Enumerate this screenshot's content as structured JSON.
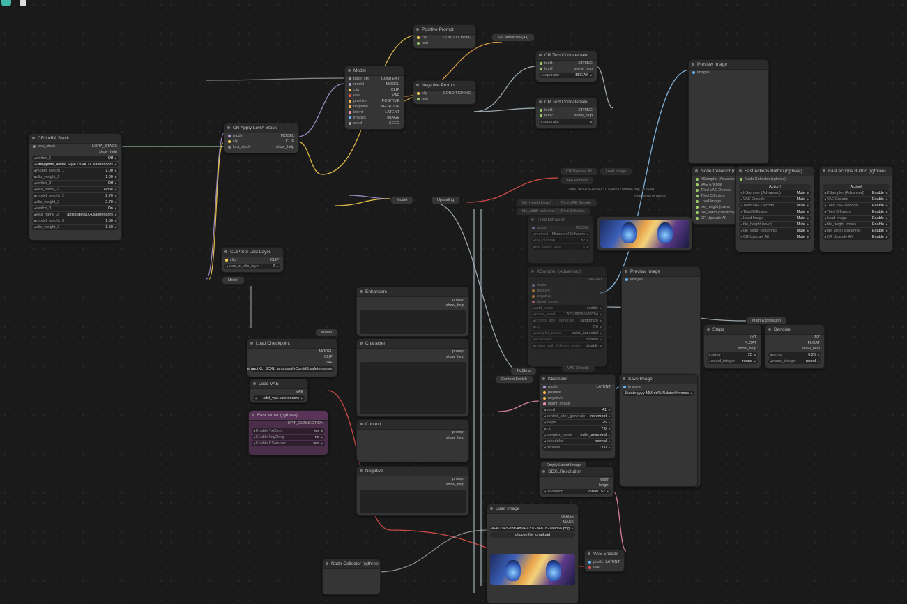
{
  "nodes": {
    "lora_stack": {
      "title": "CR LoRA Stack",
      "in": "lora_stack",
      "out1": "LORA_STACK",
      "out2": "show_help",
      "widgets": [
        [
          "switch_1",
          "Off"
        ],
        [
          "lora_name_1",
          "Bbeyotifs Anime Style LoRA XL.safetensors"
        ],
        [
          "model_weight_1",
          "1.00"
        ],
        [
          "clip_weight_1",
          "1.00"
        ],
        [
          "switch_2",
          "Off"
        ],
        [
          "lora_name_2",
          "None"
        ],
        [
          "model_weight_2",
          "2.70"
        ],
        [
          "clip_weight_2",
          "2.70"
        ],
        [
          "switch_3",
          "On"
        ],
        [
          "lora_name_3",
          "artisticdetailX4.safetensors"
        ],
        [
          "model_weight_3",
          "1.50"
        ],
        [
          "clip_weight_3",
          "1.50"
        ]
      ]
    },
    "apply_lora": {
      "title": "CR Apply LoRA Stack",
      "in": [
        "model",
        "clip",
        "lora_stack"
      ],
      "out": [
        "MODEL",
        "CLIP",
        "show_help"
      ]
    },
    "clip_set_last": {
      "title": "CLIP Set Last Layer",
      "in": "clip",
      "out": "CLIP",
      "widget": [
        "stop_at_clip_layer",
        "-2"
      ]
    },
    "model_ctx": {
      "title": "Model",
      "in": [
        "base_ctx",
        "model",
        "clip",
        "vae",
        "positive",
        "negative",
        "latent",
        "images",
        "seed"
      ],
      "out": [
        "CONTEXT",
        "MODEL",
        "CLIP",
        "VAE",
        "POSITIVE",
        "NEGATIVE",
        "LATENT",
        "IMAGE",
        "SEED"
      ]
    },
    "pos_prompt": {
      "title": "Positive Prompt",
      "in": [
        "clip",
        "text"
      ],
      "out": "CONDITIONING"
    },
    "neg_prompt": {
      "title": "Negative Prompt",
      "in": [
        "clip",
        "text"
      ],
      "out": "CONDITIONING"
    },
    "set_meta": {
      "title": "Set Metadata (All)"
    },
    "text_concat1": {
      "title": "CR Text Concatenate",
      "in": [
        "text1",
        "text2"
      ],
      "out": [
        "STRING",
        "show_help"
      ],
      "widget": [
        "separator",
        "BREAK"
      ]
    },
    "text_concat2": {
      "title": "CR Text Concatenate",
      "in": [
        "text1",
        "text2"
      ],
      "out": [
        "STRING",
        "show_help"
      ],
      "widget": [
        "separator",
        ""
      ]
    },
    "preview1": {
      "title": "Preview Image",
      "in": "images"
    },
    "preview2": {
      "title": "Preview Image",
      "in": "images"
    },
    "node_collector_top": {
      "title": "Node Collector (rgthree)",
      "items": [
        "KSampler (Advanced)",
        "VAE Encode",
        "Tiled VAE Decode",
        "Tiled Diffusion",
        "Load Image",
        "tile_height (rows)",
        "tile_width (columns)",
        "CR Upscale All"
      ]
    },
    "fab1": {
      "title": "Fast Actions Button (rgthree)",
      "in": "Node Collector (rgthree)",
      "btn": "Action!",
      "rows": [
        [
          "KSampler (Advanced)",
          "Mute"
        ],
        [
          "VAE Encode",
          "Mute"
        ],
        [
          "Tiled VAE Decode",
          "Mute"
        ],
        [
          "Tiled Diffusion",
          "Mute"
        ],
        [
          "Load Image",
          "Mute"
        ],
        [
          "tile_height (rows)",
          "Mute"
        ],
        [
          "tile_width (columns)",
          "Mute"
        ],
        [
          "CR Upscale All",
          "Mute"
        ]
      ]
    },
    "fab2": {
      "title": "Fast Actions Button (rgthree)",
      "btn": "Action!",
      "rows": [
        [
          "KSampler (Advanced)",
          "Enable"
        ],
        [
          "VAE Encode",
          "Enable"
        ],
        [
          "Tiled VAE Decode",
          "Enable"
        ],
        [
          "Tiled Diffusion",
          "Enable"
        ],
        [
          "Load Image",
          "Enable"
        ],
        [
          "tile_height (rows)",
          "Enable"
        ],
        [
          "tile_width (columns)",
          "Enable"
        ],
        [
          "CR Upscale All",
          "Enable"
        ]
      ]
    },
    "upscale_pills": [
      "CR Upscale All",
      "Load Image",
      "VAE Encode",
      "tile_height (rows)",
      "Tiled VAE Decode",
      "tile_width (columns)",
      "Tiled Diffusion"
    ],
    "upscaling_pill": "Upscaling",
    "model_pill": "Model",
    "model_pill2": "Model",
    "model_pill3": "Model",
    "long_text": "25451945-d3ff-4d94-a310-9487827ae866.png (11264x)",
    "choose_text": "choose file to upload",
    "tiled_diff": {
      "title": "Tiled Diffusion",
      "rows": [
        [
          "model",
          "MODEL"
        ]
      ],
      "widgets": [
        [
          "method",
          "Mixture of Diffusers"
        ],
        [
          "tile_overlap",
          "32"
        ],
        [
          "tile_batch_size",
          "1"
        ]
      ]
    },
    "ks_adv": {
      "title": "KSampler (Advanced)",
      "out": "LATENT",
      "in": [
        "model",
        "positive",
        "negative",
        "latent_image"
      ],
      "widgets": [
        [
          "add_noise",
          "enable"
        ],
        [
          "noise_seed",
          "1209789095938254"
        ],
        [
          "control_after_generate",
          "randomize"
        ],
        [
          "cfg",
          "7.0"
        ],
        [
          "sampler_name",
          "euler_ancestral"
        ],
        [
          "scheduler",
          "normal"
        ],
        [
          "return_with_leftover_noise",
          "disable"
        ]
      ]
    },
    "math": {
      "title": "Math Expression"
    },
    "steps": {
      "title": "Steps",
      "out": [
        "INT",
        "FLOAT",
        "show_help"
      ],
      "widgets": [
        [
          "string",
          "25"
        ],
        [
          "round_integer",
          "round"
        ]
      ]
    },
    "denoise": {
      "title": "Denoise",
      "out": [
        "INT",
        "FLOAT",
        "show_help"
      ],
      "widgets": [
        [
          "string",
          "0.26"
        ],
        [
          "round_integer",
          "round"
        ]
      ]
    },
    "enhancers": {
      "title": "Enhancers",
      "out": [
        "prompt",
        "show_help"
      ]
    },
    "character": {
      "title": "Character",
      "out": [
        "prompt",
        "show_help"
      ]
    },
    "context": {
      "title": "Context",
      "out": [
        "prompt",
        "show_help"
      ]
    },
    "negative": {
      "title": "Negative",
      "out": [
        "prompt",
        "show_help"
      ]
    },
    "ckpt": {
      "title": "Load Checkpoint",
      "out": [
        "MODEL",
        "CLIP",
        "VAE"
      ],
      "widget": "juggernautXL_SDXL_arcanumIxConfidE.safetensors"
    },
    "load_vae": {
      "title": "Load VAE",
      "out": "VAE",
      "widget": "sdxl_vae.safetensors"
    },
    "fast_muter": {
      "title": "Fast Muter (rgthree)",
      "out": "OPT_CONNECTION",
      "rows": [
        [
          "Enable Txt2Img",
          "yes"
        ],
        [
          "Enable Img2Img",
          "no"
        ],
        [
          "Enable KSampler",
          "yes"
        ]
      ]
    },
    "txt2img": "Txt2Img",
    "ctx_switch": "Context Switch",
    "vae_decode": "VAE Decode",
    "ksampler": {
      "title": "KSampler",
      "in": [
        "model",
        "positive",
        "negative",
        "latent_image"
      ],
      "out": "LATENT",
      "widgets": [
        [
          "seed",
          "41"
        ],
        [
          "control_after_generate",
          "increment"
        ],
        [
          "steps",
          "25"
        ],
        [
          "cfg",
          "7.0"
        ],
        [
          "sampler_name",
          "euler_ancestral"
        ],
        [
          "scheduler",
          "normal"
        ],
        [
          "denoise",
          "1.00"
        ]
      ]
    },
    "save_image": {
      "title": "Save Image",
      "in": "images",
      "widget": "%date:yyyy-MM-dd%/%date:hhmmss"
    },
    "empty_latent": "Empty Latent Image",
    "sdxl_res": {
      "title": "SDXLResolution",
      "out": [
        "width",
        "height"
      ],
      "widget": [
        "resolution",
        "896x1152"
      ]
    },
    "load_image": {
      "title": "Load Image",
      "out": [
        "IMAGE",
        "MASK"
      ],
      "widget": "25451945-d3ff-4d94-a310-9487827ae866.png"
    },
    "vae_encode": {
      "title": "VAE Encode",
      "in": [
        "pixels",
        "vae"
      ],
      "out": "LATENT"
    },
    "node_collector_bottom": {
      "title": "Node Collector (rgthree)"
    }
  }
}
